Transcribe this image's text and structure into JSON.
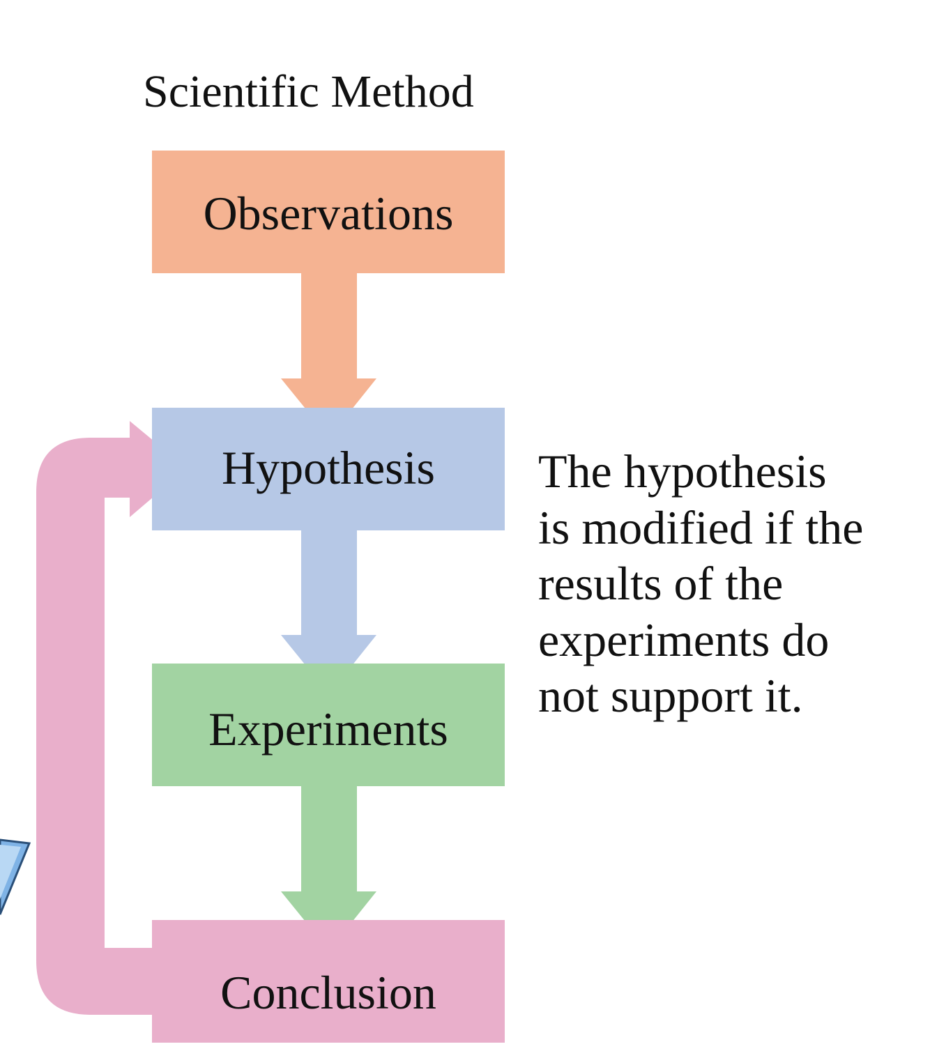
{
  "title": "Scientific Method",
  "steps": [
    {
      "label": "Observations",
      "color": "#f5b392"
    },
    {
      "label": "Hypothesis",
      "color": "#b6c8e6"
    },
    {
      "label": "Experiments",
      "color": "#a2d3a2"
    },
    {
      "label": "Conclusion",
      "color": "#e9afcb"
    }
  ],
  "feedback_color": "#e9afcb",
  "note_lines": [
    "The hypothesis",
    "is modified if the",
    "results of the",
    "experiments do",
    "not support it."
  ],
  "edge_shape_color": "#7fb3e6"
}
